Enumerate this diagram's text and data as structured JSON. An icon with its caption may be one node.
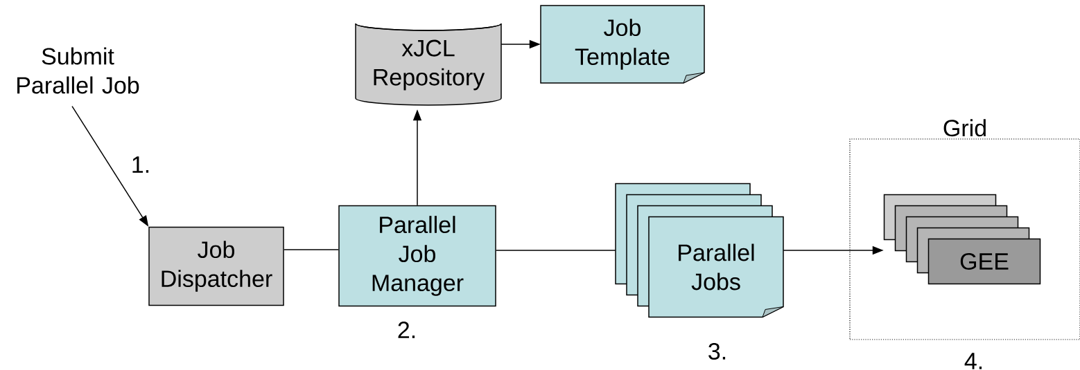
{
  "diagram": {
    "nodes": [
      {
        "text": [
          "Submit Parallel Job"
        ]
      },
      {
        "text": [
          "xJCL Repository"
        ]
      },
      {
        "text": [
          "Job Template"
        ]
      },
      {
        "text": [
          "Job Dispatcher"
        ]
      },
      {
        "text": [
          "Parallel Job Manager"
        ],
        "beside": [
          "2."
        ]
      },
      {
        "text": [
          "Parallel Jobs"
        ],
        "beside": [
          "3."
        ]
      },
      {
        "text": [
          "Grid"
        ],
        "beside": [
          "4."
        ]
      },
      {
        "text": [
          "GEE"
        ],
        "in": 6
      }
    ],
    "edges": [
      {
        "from": 0,
        "to": 3,
        "arrow": "to",
        "label": "1."
      },
      {
        "from": 4,
        "to": 1,
        "arrow": "to"
      },
      {
        "from": 1,
        "to": 2,
        "arrow": "to"
      },
      {
        "from": 3,
        "to": 4,
        "arrow": "none"
      },
      {
        "from": 4,
        "to": 5,
        "arrow": "none"
      },
      {
        "from": 5,
        "to": 7,
        "arrow": "to"
      }
    ]
  }
}
